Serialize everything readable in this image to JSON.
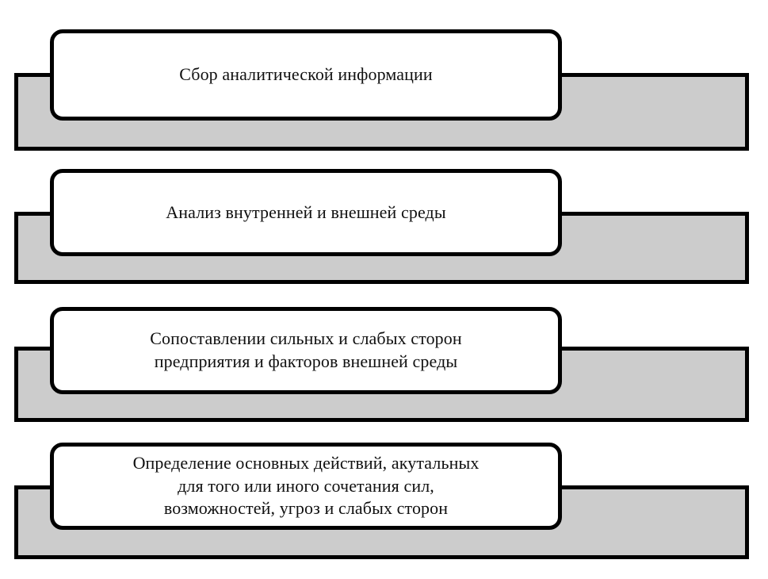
{
  "diagram": {
    "type": "stacked-process-steps",
    "background_color": "#ffffff",
    "slab_fill_color": "#cccccc",
    "card_fill_color": "#ffffff",
    "outline_color": "#000000",
    "text_color": "#101010",
    "steps": [
      {
        "index": 1,
        "text": "Сбор аналитической информации",
        "lines": [
          "Сбор аналитической информации"
        ]
      },
      {
        "index": 2,
        "text": "Анализ внутренней и внешней среды",
        "lines": [
          "Анализ внутренней и внешней среды"
        ]
      },
      {
        "index": 3,
        "text": "Сопоставлении сильных и слабых сторон\nпредприятия и факторов внешней среды",
        "lines": [
          "Сопоставлении сильных и слабых сторон",
          "предприятия и факторов внешней среды"
        ]
      },
      {
        "index": 4,
        "text": "Определение основных действий, акутальных\nдля того или иного сочетания сил,\nвозможностей, угроз и слабых сторон",
        "lines": [
          "Определение основных действий, акутальных",
          "для того или иного сочетания сил,",
          "возможностей, угроз и слабых сторон"
        ]
      }
    ]
  }
}
